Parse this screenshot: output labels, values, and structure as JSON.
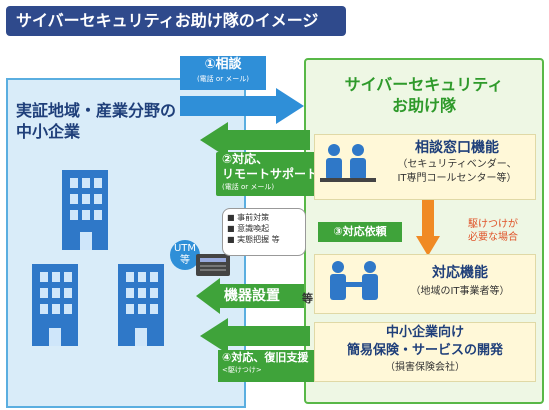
{
  "header": {
    "title": "サイバーセキュリティお助け隊のイメージ"
  },
  "left": {
    "title_line1": "実証地域・産業分野の",
    "title_line2": "中小企業"
  },
  "right": {
    "title_line1": "サイバーセキュリティ",
    "title_line2": "お助け隊"
  },
  "arrows": {
    "a1_title": "①相談",
    "a1_note": "(電話 or メール)",
    "a2_title_line1": "②対応、",
    "a2_title_line2": "リモートサポート",
    "a2_note": "(電話 or メール)",
    "a3_title": "③対応依頼",
    "a3_side_line1": "駆けつけが",
    "a3_side_line2": "必要な場合",
    "a4_title": "④対応、復旧支援",
    "a4_note": "<駆けつけ>"
  },
  "utm": {
    "label_line1": "UTM",
    "label_line2": "等",
    "bullets": [
      "事前対策",
      "意識喚起",
      "実態把握"
    ],
    "bullets_suffix": "等",
    "install_label": "機器設置",
    "install_suffix": "等"
  },
  "boxes": {
    "consult_title": "相談窓口機能",
    "consult_sub1": "（セキュリティベンダー、",
    "consult_sub2": "IT専門コールセンター等）",
    "response_title": "対応機能",
    "response_sub": "（地域のIT事業者等）",
    "insurance_title_line1": "中小企業向け",
    "insurance_title_line2": "簡易保険・サービスの開発",
    "insurance_sub": "（損害保険会社）"
  },
  "colors": {
    "header_bg": "#2f4a8c",
    "blue_arrow": "#2f8fd8",
    "green_arrow": "#3fa33a",
    "orange_arrow": "#f08a24",
    "left_panel_bg": "#d9ecf9",
    "right_panel_bg": "#eef7e4"
  },
  "icons": [
    "building-icon",
    "person-icon",
    "handshake-icon",
    "utm-device-icon"
  ]
}
